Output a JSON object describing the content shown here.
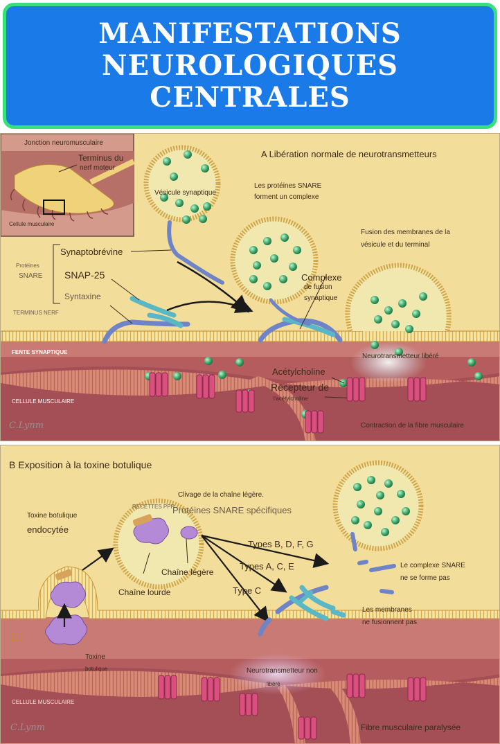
{
  "title": {
    "line1": "MANIFESTATIONS",
    "line2": "NEUROLOGIQUES",
    "line3": "CENTRALES"
  },
  "panel_a": {
    "heading": "A Libération normale de neurotransmetteurs",
    "inset": {
      "title": "Jonction neuromusculaire",
      "terminus_line1": "Terminus du",
      "terminus_line2": "nerf moteur",
      "muscle_cell": "Cellule musculaire"
    },
    "vesicle_label": "Vésicule synaptique",
    "snare_complex_line1": "Les protéines SNARE",
    "snare_complex_line2": "forment un complexe",
    "fusion_line1": "Fusion des membranes de la",
    "fusion_line2": "vésicule et du terminal",
    "proteins_line1": "Protéines",
    "proteins_line2": "SNARE",
    "synaptobrevin": "Synaptobrévine",
    "snap25": "SNAP-25",
    "syntaxin": "Syntaxine",
    "terminus_nerf": "TERMINUS NERF",
    "complex_line1": "Complexe",
    "complex_line2": "de fusion",
    "complex_line3": "synaptique",
    "fente": "FENTE SYNAPTIQUE",
    "released": "Neurotransmetteur libéré",
    "acetylcholine": "Acétylcholine",
    "receptor_line1": "Récepteur de",
    "receptor_line2": "l'acétylcholine",
    "muscle_cell": "CELLULE MUSCULAIRE",
    "contraction": "Contraction de la fibre musculaire",
    "signature": "C.Lynm"
  },
  "panel_b": {
    "heading": "B Exposition à la toxine botulique",
    "cleavage_line1": "Clivage de la chaîne légère.",
    "cleavage_line2": "Protéines SNARE spécifiques",
    "receptors_text": "RECETTES PPP",
    "endocytosed_line1": "Toxine botulique",
    "endocytosed_line2": "endocytée",
    "light_chain": "Chaîne légère",
    "heavy_chain": "Chaîne lourde",
    "types_bdfg": "Types B, D, F, G",
    "types_ace": "Types A, C, E",
    "type_c": "Type C",
    "no_complex_line1": "Le complexe SNARE",
    "no_complex_line2": "ne se forme pas",
    "no_fusion_line1": "Les membranes",
    "no_fusion_line2": "ne fusionnent pas",
    "toxin_line1": "Toxine",
    "toxin_line2": "botulique",
    "not_released_line1": "Neurotransmetteur non",
    "not_released_line2": "libéré",
    "muscle_cell": "CELLULE MUSCULAIRE",
    "paralyzed": "Fibre musculaire paralysée",
    "signature": "C.Lynm",
    "corner_mark": "L1"
  },
  "colors": {
    "banner_blue": "#1a7ae8",
    "banner_border": "#37e07a",
    "nerve_terminal": "#f3dd9a",
    "muscle": "#b55d5e",
    "vesicle": "#f1e8b0",
    "neurotransmitter": "#3da66a",
    "receptor": "#d94f7e",
    "snare_blue": "#6f83c7",
    "snare_cyan": "#5ab7c6",
    "toxin": "#b48ad6"
  }
}
